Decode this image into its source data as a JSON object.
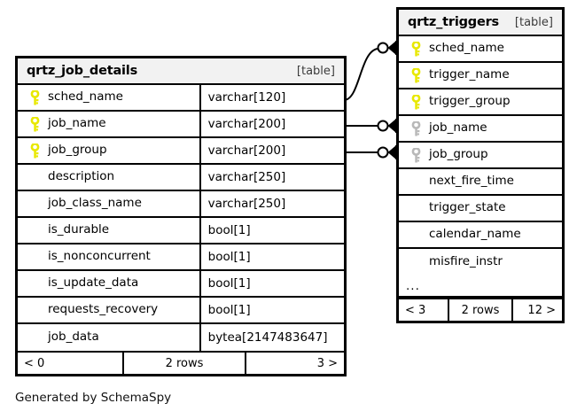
{
  "diagram": {
    "caption": "Generated by SchemaSpy",
    "table_kind_label": "[table]",
    "colors": {
      "primary_key": "#e8e800",
      "foreign_key": "#b8b8b8",
      "header_bg": "#f2f2f2",
      "border": "#000000",
      "background": "#ffffff"
    }
  },
  "tables": [
    {
      "id": "qrtz_job_details",
      "name": "qrtz_job_details",
      "kind": "[table]",
      "columns": [
        {
          "name": "sched_name",
          "type": "varchar[120]",
          "key": "primary"
        },
        {
          "name": "job_name",
          "type": "varchar[200]",
          "key": "primary"
        },
        {
          "name": "job_group",
          "type": "varchar[200]",
          "key": "primary"
        },
        {
          "name": "description",
          "type": "varchar[250]",
          "key": "none"
        },
        {
          "name": "job_class_name",
          "type": "varchar[250]",
          "key": "none"
        },
        {
          "name": "is_durable",
          "type": "bool[1]",
          "key": "none"
        },
        {
          "name": "is_nonconcurrent",
          "type": "bool[1]",
          "key": "none"
        },
        {
          "name": "is_update_data",
          "type": "bool[1]",
          "key": "none"
        },
        {
          "name": "requests_recovery",
          "type": "bool[1]",
          "key": "none"
        },
        {
          "name": "job_data",
          "type": "bytea[2147483647]",
          "key": "none"
        }
      ],
      "has_ellipsis": false,
      "footer": {
        "prev": "< 0",
        "rows": "2 rows",
        "next": "3 >"
      }
    },
    {
      "id": "qrtz_triggers",
      "name": "qrtz_triggers",
      "kind": "[table]",
      "columns": [
        {
          "name": "sched_name",
          "key": "primary"
        },
        {
          "name": "trigger_name",
          "key": "primary"
        },
        {
          "name": "trigger_group",
          "key": "primary"
        },
        {
          "name": "job_name",
          "key": "foreign"
        },
        {
          "name": "job_group",
          "key": "foreign"
        },
        {
          "name": "next_fire_time",
          "key": "none"
        },
        {
          "name": "trigger_state",
          "key": "none"
        },
        {
          "name": "calendar_name",
          "key": "none"
        },
        {
          "name": "misfire_instr",
          "key": "none"
        }
      ],
      "has_ellipsis": true,
      "ellipsis": "...",
      "footer": {
        "prev": "< 3",
        "rows": "2 rows",
        "next": "12 >"
      }
    }
  ],
  "relationships": [
    {
      "from": "qrtz_job_details.sched_name",
      "to": "qrtz_triggers.sched_name",
      "from_cardinality": "one",
      "to_cardinality": "zero-or-many"
    },
    {
      "from": "qrtz_job_details.job_name",
      "to": "qrtz_triggers.job_name",
      "from_cardinality": "one",
      "to_cardinality": "zero-or-many"
    },
    {
      "from": "qrtz_job_details.job_group",
      "to": "qrtz_triggers.job_group",
      "from_cardinality": "one",
      "to_cardinality": "zero-or-many"
    }
  ]
}
